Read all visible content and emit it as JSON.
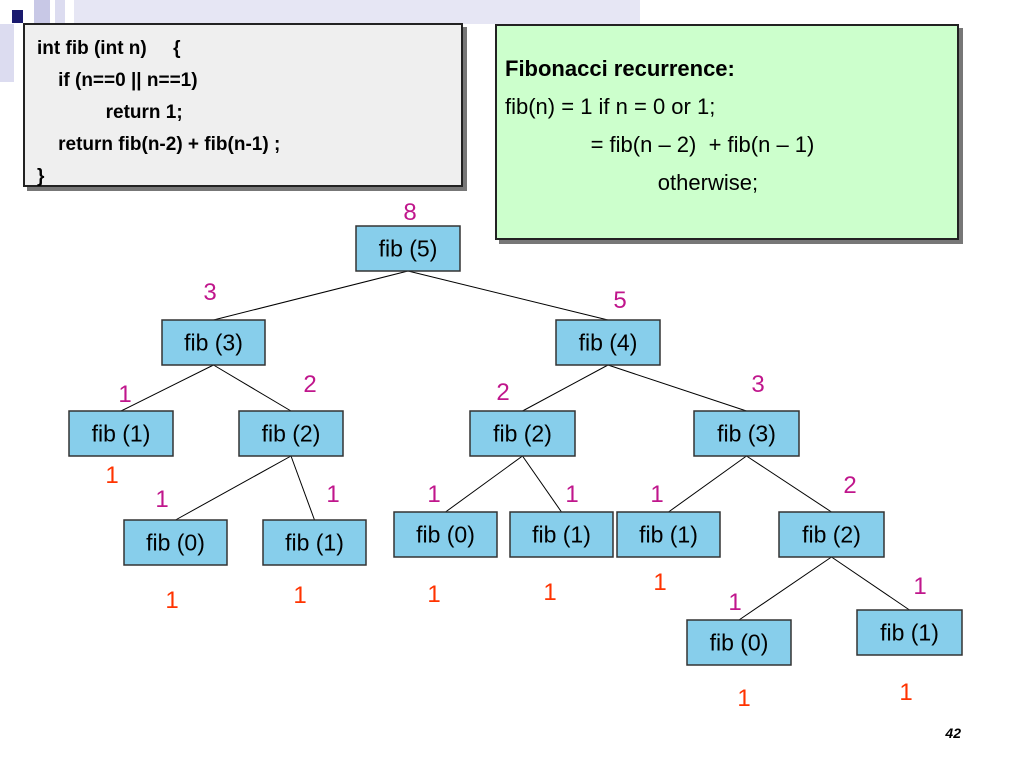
{
  "code": {
    "lines": [
      "int fib (int n)     {",
      "    if (n==0 || n==1)",
      "             return 1;",
      "    return fib(n-2) + fib(n-1) ;",
      "}"
    ]
  },
  "recurrence": {
    "title": "Fibonacci recurrence:",
    "lines": [
      "fib(n) = 1 if n = 0 or 1;",
      "              = fib(n – 2)  + fib(n – 1)",
      "                         otherwise;"
    ]
  },
  "tree": {
    "nodes": [
      {
        "id": "n5",
        "label": "fib (5)",
        "ret": "8"
      },
      {
        "id": "n3a",
        "label": "fib (3)",
        "ret": "3"
      },
      {
        "id": "n4",
        "label": "fib (4)",
        "ret": "5"
      },
      {
        "id": "n1a",
        "label": "fib (1)",
        "ret": "1",
        "base": "1"
      },
      {
        "id": "n2a",
        "label": "fib (2)",
        "ret": "2"
      },
      {
        "id": "n0a",
        "label": "fib (0)",
        "ret": "1",
        "base": "1"
      },
      {
        "id": "n1b",
        "label": "fib (1)",
        "ret": "1",
        "base": "1"
      },
      {
        "id": "n2b",
        "label": "fib (2)",
        "ret": "2"
      },
      {
        "id": "n3b",
        "label": "fib (3)",
        "ret": "3"
      },
      {
        "id": "n0b",
        "label": "fib (0)",
        "ret": "1",
        "base": "1"
      },
      {
        "id": "n1c",
        "label": "fib (1)",
        "ret": "1",
        "base": "1"
      },
      {
        "id": "n1d",
        "label": "fib (1)",
        "ret": "1",
        "base": "1"
      },
      {
        "id": "n2c",
        "label": "fib (2)",
        "ret": "2"
      },
      {
        "id": "n0c",
        "label": "fib (0)",
        "ret": "1",
        "base": "1"
      },
      {
        "id": "n1e",
        "label": "fib (1)",
        "ret": "1",
        "base": "1"
      }
    ],
    "edges": [
      [
        "n5",
        "n3a"
      ],
      [
        "n5",
        "n4"
      ],
      [
        "n3a",
        "n1a"
      ],
      [
        "n3a",
        "n2a"
      ],
      [
        "n2a",
        "n0a"
      ],
      [
        "n2a",
        "n1b"
      ],
      [
        "n4",
        "n2b"
      ],
      [
        "n4",
        "n3b"
      ],
      [
        "n2b",
        "n0b"
      ],
      [
        "n2b",
        "n1c"
      ],
      [
        "n3b",
        "n1d"
      ],
      [
        "n3b",
        "n2c"
      ],
      [
        "n2c",
        "n0c"
      ],
      [
        "n2c",
        "n1e"
      ]
    ]
  },
  "colors": {
    "node_fill": "#87ceeb",
    "return_value": "#c0168c",
    "base_value": "#ff3300",
    "code_bg": "#efefef",
    "recurrence_bg": "#ccffcc"
  },
  "page_number": "42"
}
